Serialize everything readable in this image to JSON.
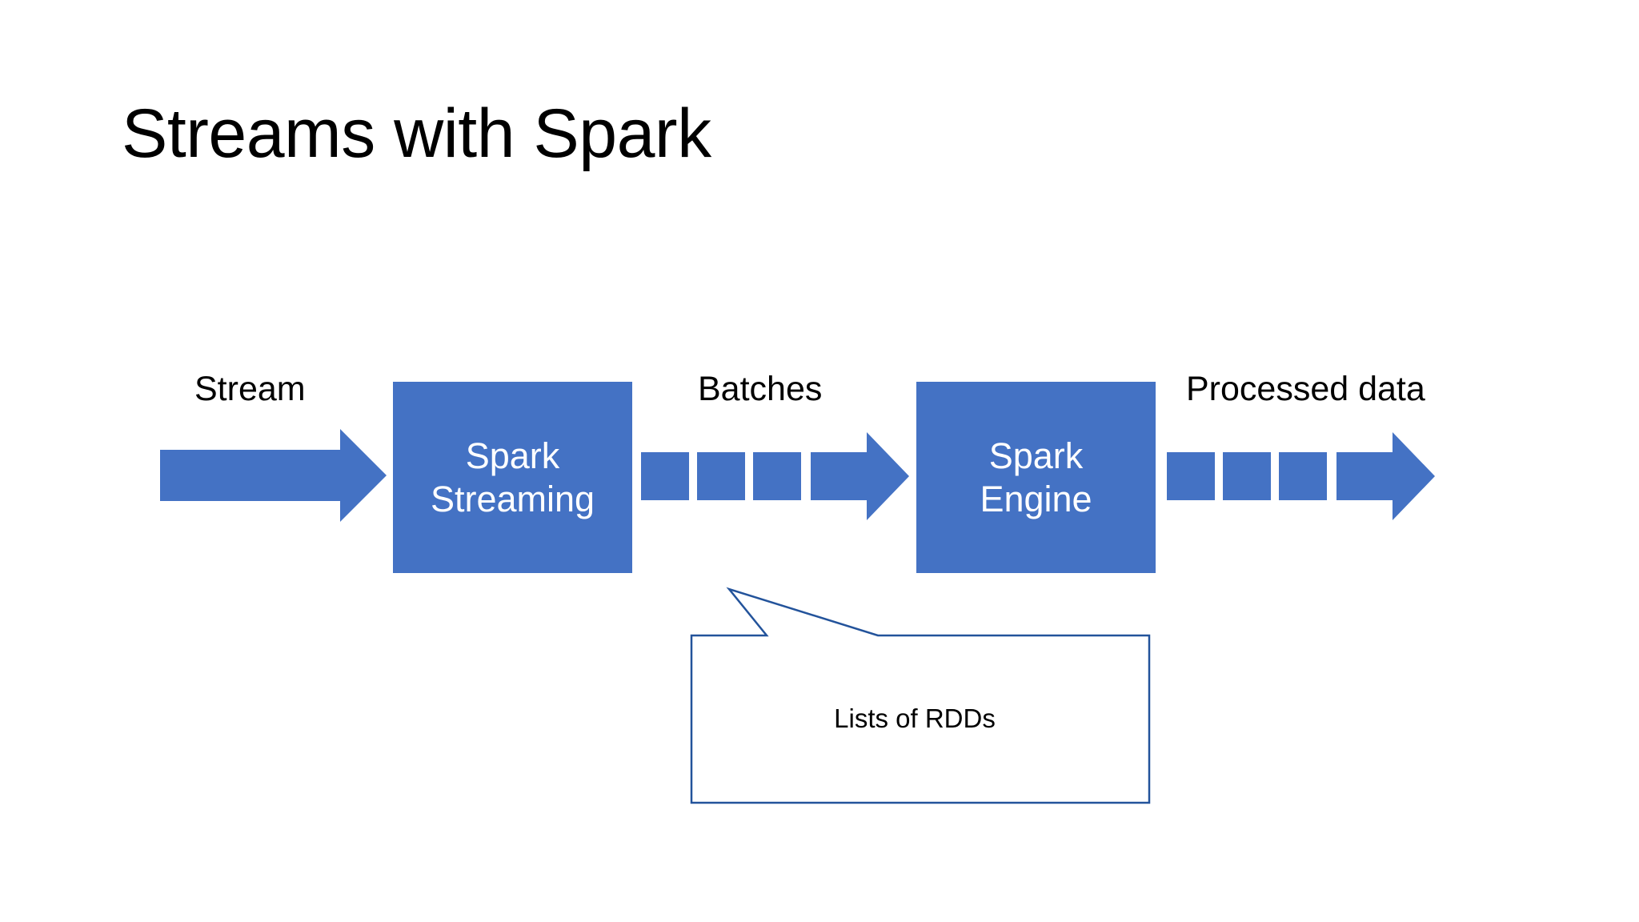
{
  "slide": {
    "title": "Streams with Spark",
    "background": "#ffffff"
  },
  "colors": {
    "shape_fill": "#4472C4",
    "shape_text": "#ffffff",
    "label_text": "#000000",
    "callout_border": "#23539B",
    "callout_fill": "#ffffff"
  },
  "diagram": {
    "type": "flow",
    "labels": {
      "stream": "Stream",
      "batches": "Batches",
      "processed": "Processed data"
    },
    "nodes": [
      {
        "id": "spark-streaming",
        "line1": "Spark",
        "line2": "Streaming"
      },
      {
        "id": "spark-engine",
        "line1": "Spark",
        "line2": "Engine"
      }
    ],
    "batch_groups": [
      {
        "id": "batches-left",
        "count": 3
      },
      {
        "id": "batches-right",
        "count": 3
      }
    ],
    "arrows": [
      {
        "id": "arrow-stream-in",
        "direction": "right"
      },
      {
        "id": "arrow-batches",
        "direction": "right"
      },
      {
        "id": "arrow-processed-out",
        "direction": "right"
      }
    ]
  },
  "callout": {
    "text": "Lists of RDDs",
    "points_to": "batches-left"
  }
}
